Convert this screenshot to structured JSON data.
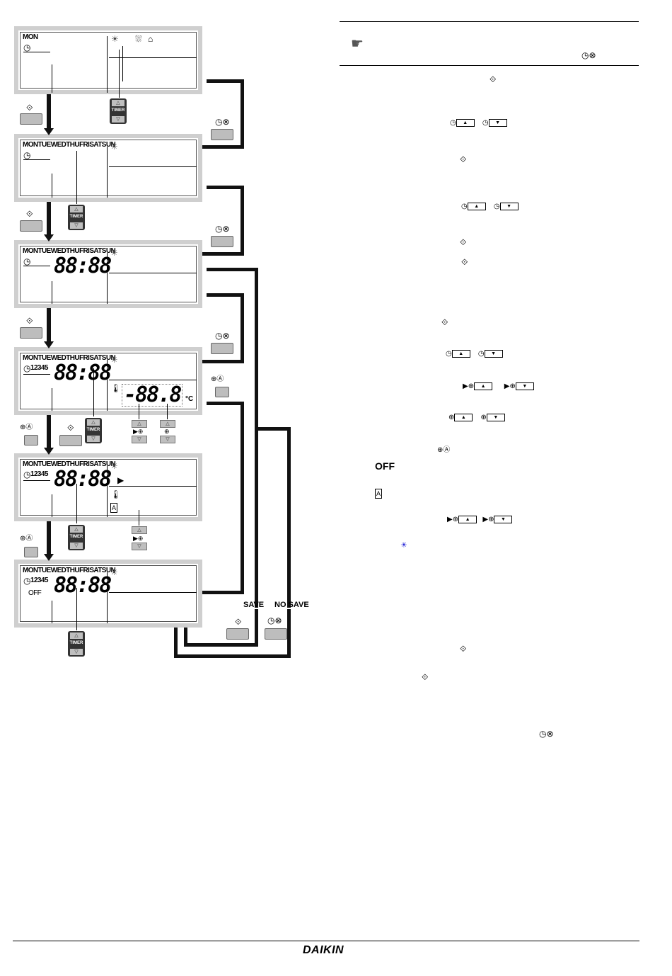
{
  "labels": {
    "mon": "MON",
    "week_days": "MONTUEWEDTHUFRISATSUN",
    "seq": "12345",
    "time": "88:88",
    "temp": "-88.8",
    "temp_unit": "°C",
    "off_lcd": "OFF",
    "save": "SAVE",
    "no_save": "NO SAVE",
    "timer": "TIMER",
    "off_text": "OFF",
    "logo": "DAIKIN"
  },
  "icons": {
    "enter": "enter-arrow-icon",
    "clock": "clock-icon",
    "clock_cancel": "clock-cancel-icon",
    "sun": "sun-icon",
    "thermometer": "thermometer-icon",
    "auto": "auto-icon"
  },
  "colors": {
    "button_fill": "#bdbdbd",
    "lcd_border": "#cfcfcf",
    "blue_icon": "#2b2bd8"
  }
}
